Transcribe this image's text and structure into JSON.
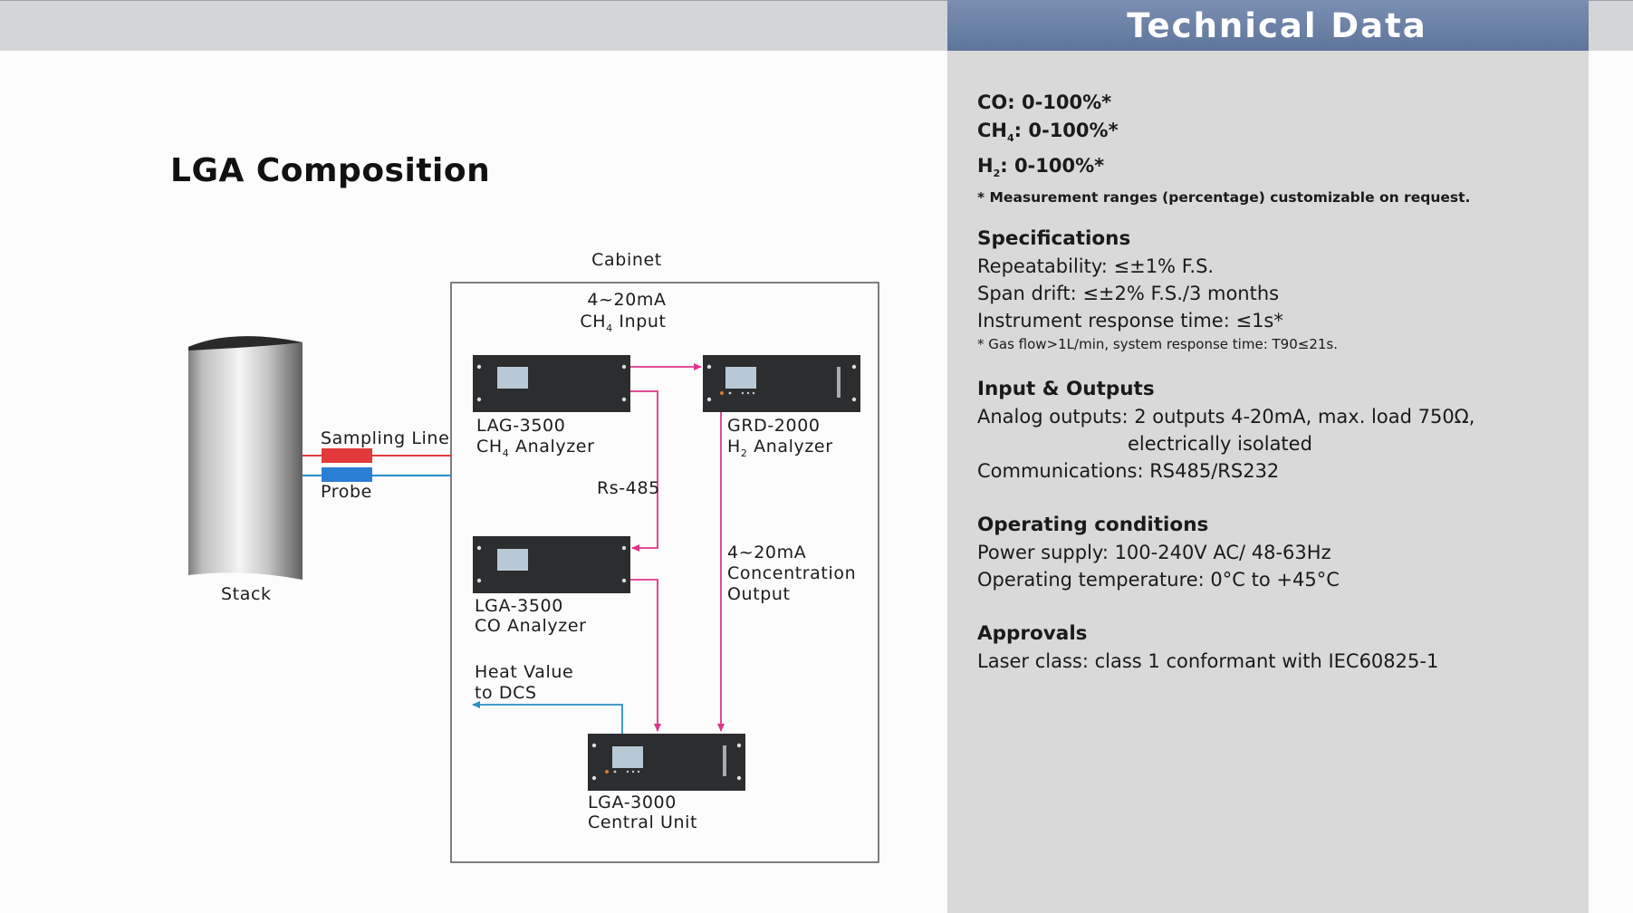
{
  "header": {
    "title": "Technical Data"
  },
  "diagram": {
    "title": "LGA Composition",
    "cabinet_label": "Cabinet",
    "ch4_input_line1": "4~20mA",
    "ch4_input_line2": "CH",
    "ch4_input_sub": "4",
    "ch4_input_suffix": " Input",
    "sampling_line": "Sampling Line",
    "probe": "Probe",
    "stack": "Stack",
    "lag_model": "LAG-3500",
    "lag_desc_pre": "CH",
    "lag_desc_sub": "4",
    "lag_desc_post": "  Analyzer",
    "grd_model": "GRD-2000",
    "grd_desc_pre": "H",
    "grd_desc_sub": "2",
    "grd_desc_post": "  Analyzer",
    "rs485": "Rs-485",
    "lga3500_model": "LGA-3500",
    "lga3500_desc": "CO  Analyzer",
    "conc_line1": "4~20mA",
    "conc_line2": "Concentration",
    "conc_line3": "Output",
    "heat_line1": "Heat Value",
    "heat_line2": "to DCS",
    "central_model": "LGA-3000",
    "central_desc": "Central Unit",
    "colors": {
      "signal": "#e0338a",
      "rs_line": "#e0338a",
      "dcs": "#2a8fc8",
      "sampling_red": "#e23a3a",
      "probe_blue": "#2a7fd4"
    }
  },
  "tech": {
    "ranges": {
      "co": "CO: 0-100%*",
      "ch4_pre": "CH",
      "ch4_sub": "4",
      "ch4_post": ": 0-100%*",
      "h2_pre": "H",
      "h2_sub": "2",
      "h2_post": ": 0-100%*",
      "note": "* Measurement ranges (percentage) customizable on request."
    },
    "specifications": {
      "heading": "Specifications",
      "repeatability": "Repeatability: ≤±1% F.S.",
      "span_drift": "Span drift: ≤±2% F.S./3 months",
      "response_time": "Instrument response time: ≤1s*",
      "note": "* Gas flow>1L/min, system response time: T90≤21s."
    },
    "io": {
      "heading": "Input & Outputs",
      "analog_line1": "Analog outputs: 2 outputs 4-20mA, max. load 750Ω,",
      "analog_line2": "electrically isolated",
      "comms": "Communications: RS485/RS232"
    },
    "operating": {
      "heading": "Operating conditions",
      "power": "Power supply: 100-240V AC/ 48-63Hz",
      "temperature": "Operating temperature: 0°C to +45°C"
    },
    "approvals": {
      "heading": "Approvals",
      "laser": "Laser class: class 1 conformant with IEC60825-1"
    }
  }
}
